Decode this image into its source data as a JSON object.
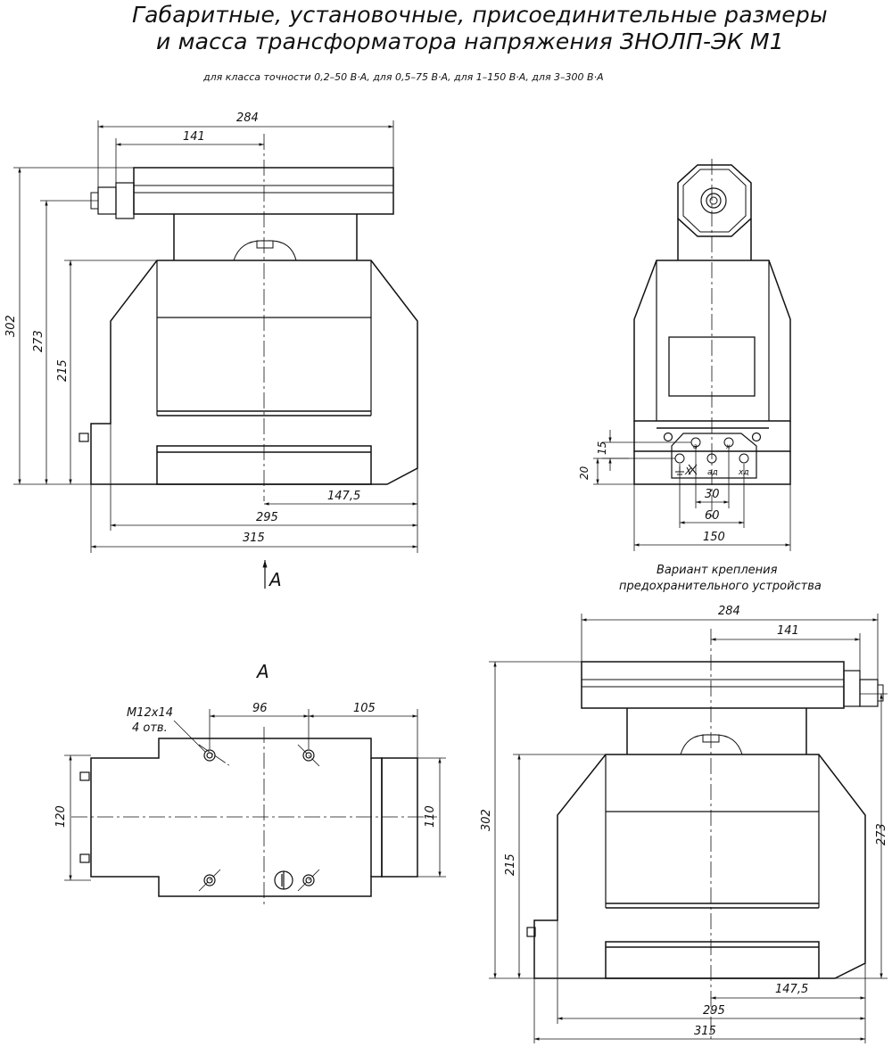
{
  "title": {
    "line1": "Габаритные, установочные, присоединительные размеры",
    "line2": "и масса трансформатора напряжения ЗНОЛП-ЭК М1",
    "subtitle": "для класса точности 0,2–50 В·А, для 0,5–75 В·А, для 1–150 В·А, для 3–300 В·А"
  },
  "view_a_arrow": "A",
  "view_a_title": "A",
  "variant_note": {
    "line1": "Вариант крепления",
    "line2": "предохранительного устройства"
  },
  "dims": {
    "front": {
      "w284": "284",
      "w141": "141",
      "h302": "302",
      "h273": "273",
      "h215": "215",
      "w147": "147,5",
      "w295": "295",
      "w315": "315"
    },
    "side": {
      "h15": "15",
      "h20": "20",
      "w30": "30",
      "w60": "60",
      "w150": "150"
    },
    "plan": {
      "thread_l1": "M12x14",
      "thread_l2": "4 отв.",
      "w96": "96",
      "w105": "105",
      "h120": "120",
      "h110": "110"
    },
    "variant": {
      "w284": "284",
      "w141": "141",
      "h302": "302",
      "h215": "215",
      "h273": "273",
      "w147": "147,5",
      "w295": "295",
      "w315": "315"
    }
  },
  "terminal_labels": {
    "a": "a",
    "x": "x",
    "X": "X",
    "ad": "aд",
    "xd": "xд"
  }
}
